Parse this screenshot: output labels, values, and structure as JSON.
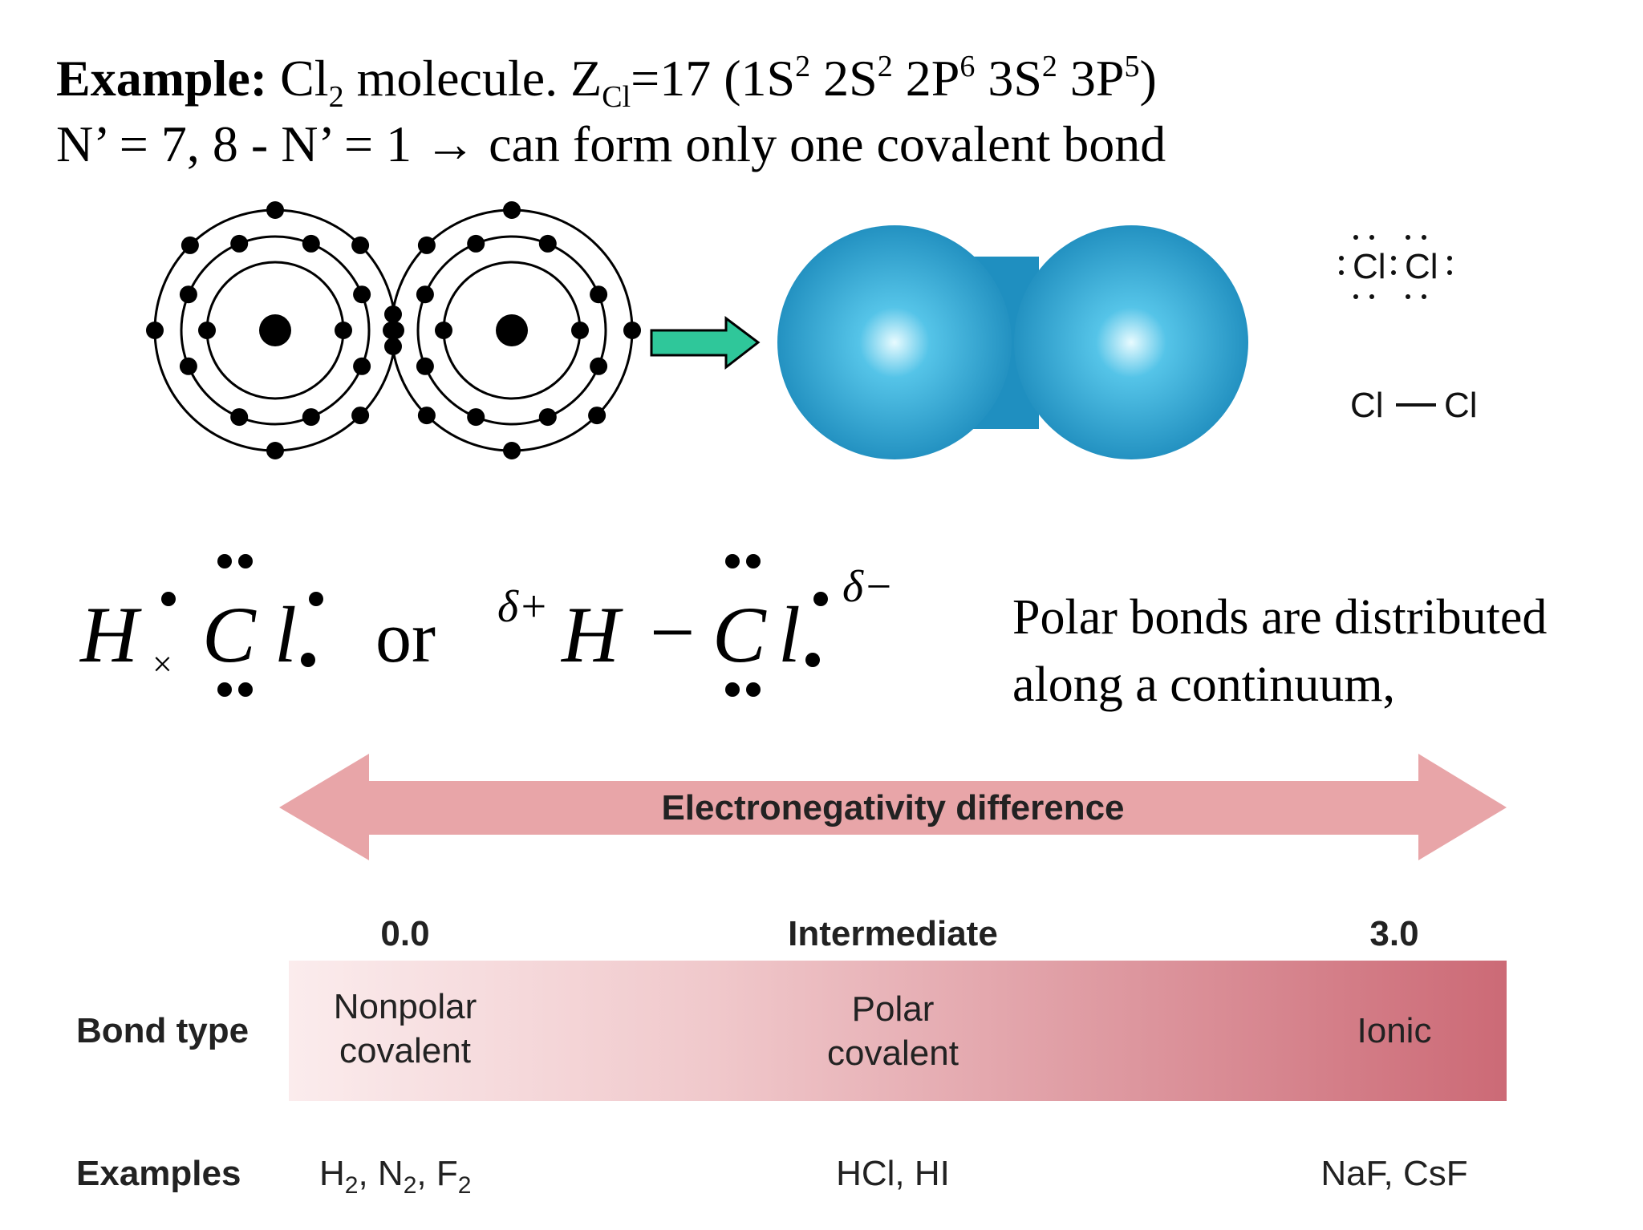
{
  "header": {
    "example_label": "Example:",
    "molecule": "Cl",
    "molecule_sub": "2",
    "molecule_suffix": " molecule. Z",
    "z_sub": "Cl",
    "z_value": "=17 (1S",
    "cfg_1s_exp": "2",
    "cfg_2s": " 2S",
    "cfg_2s_exp": "2",
    "cfg_2p": " 2P",
    "cfg_2p_exp": "6",
    "cfg_3s": " 3S",
    "cfg_3s_exp": "2",
    "cfg_3p": " 3P",
    "cfg_3p_exp": "5",
    "cfg_close": ")",
    "line2": "N’ = 7, 8 - N’ = 1 → can form only one covalent bond"
  },
  "lewis_small": {
    "atom1": "Cl",
    "atom2": "Cl",
    "bond_atom1": "Cl",
    "bond_atom2": "Cl"
  },
  "hcl": {
    "h": "H",
    "times": "×",
    "c": "C",
    "l": "l",
    "or": "or",
    "delta_plus": "δ+",
    "minus": "−",
    "delta_minus": "δ−"
  },
  "polar_text": {
    "line1": "Polar bonds are distributed",
    "line2": "along a continuum,"
  },
  "scale": {
    "arrow_label": "Electronegativity difference",
    "ticks": [
      "0.0",
      "Intermediate",
      "3.0"
    ],
    "row_bond_type": "Bond type",
    "row_examples": "Examples",
    "bond_types": [
      {
        "line1": "Nonpolar",
        "line2": "covalent"
      },
      {
        "line1": "Polar",
        "line2": "covalent"
      },
      {
        "line1": "Ionic",
        "line2": ""
      }
    ],
    "examples": {
      "col1": {
        "h": "H",
        "h_sub": "2",
        "n": ", N",
        "n_sub": "2",
        "f": ", F",
        "f_sub": "2"
      },
      "col2": "HCl, HI",
      "col3": "NaF, CsF"
    }
  },
  "colors": {
    "arrow_fill": "#e8a5a8",
    "gradient_start": "#fbeced",
    "gradient_end": "#cc6a76",
    "molecule_blue": "#1f8fc0",
    "green_arrow": "#2fc79a"
  }
}
